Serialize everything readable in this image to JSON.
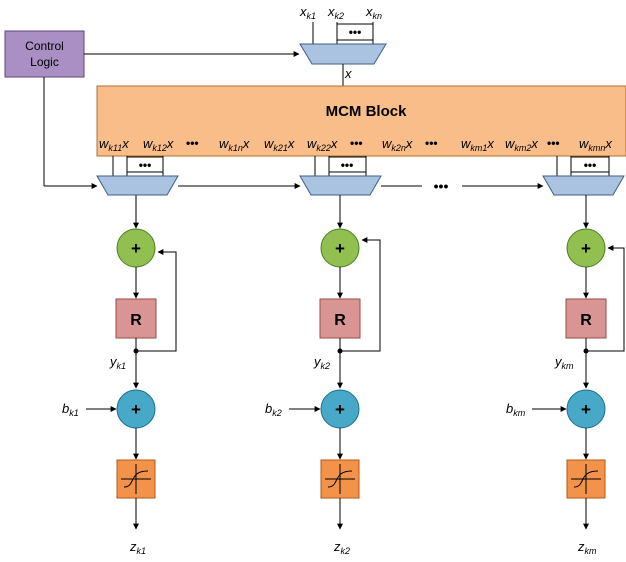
{
  "control_logic": {
    "line1": "Control",
    "line2": "Logic"
  },
  "input_mux": {
    "inputs": [
      {
        "base": "x",
        "sub": "k1"
      },
      {
        "base": "x",
        "sub": "k2"
      },
      {
        "base": "x",
        "sub": "kn"
      }
    ],
    "output": "x"
  },
  "mcm_block": {
    "title": "MCM Block",
    "outputs": [
      {
        "base": "w",
        "sub": "k11",
        "suffix": "x"
      },
      {
        "base": "w",
        "sub": "k12",
        "suffix": "x"
      },
      {
        "base": "w",
        "sub": "k1n",
        "suffix": "x"
      },
      {
        "base": "w",
        "sub": "k21",
        "suffix": "x"
      },
      {
        "base": "w",
        "sub": "k22",
        "suffix": "x"
      },
      {
        "base": "w",
        "sub": "k2n",
        "suffix": "x"
      },
      {
        "base": "w",
        "sub": "km1",
        "suffix": "x"
      },
      {
        "base": "w",
        "sub": "km2",
        "suffix": "x"
      },
      {
        "base": "w",
        "sub": "kmn",
        "suffix": "x"
      }
    ]
  },
  "neurons": [
    {
      "adder_symbol": "+",
      "register": "R",
      "acc": {
        "base": "y",
        "sub": "k1"
      },
      "bias": {
        "base": "b",
        "sub": "k1"
      },
      "bias_adder_symbol": "+",
      "out": {
        "base": "z",
        "sub": "k1"
      }
    },
    {
      "adder_symbol": "+",
      "register": "R",
      "acc": {
        "base": "y",
        "sub": "k2"
      },
      "bias": {
        "base": "b",
        "sub": "k2"
      },
      "bias_adder_symbol": "+",
      "out": {
        "base": "z",
        "sub": "k2"
      }
    },
    {
      "adder_symbol": "+",
      "register": "R",
      "acc": {
        "base": "y",
        "sub": "km"
      },
      "bias": {
        "base": "b",
        "sub": "km"
      },
      "bias_adder_symbol": "+",
      "out": {
        "base": "z",
        "sub": "km"
      }
    }
  ],
  "ellipsis": "•••",
  "colors": {
    "control_fill": "#a98fc4",
    "control_stroke": "#5b4a7a",
    "mcm_fill": "#f9bd8a",
    "mcm_stroke": "#b07030",
    "mux_fill": "#a9c3e0",
    "mux_stroke": "#3f5f85",
    "adder_fill": "#92c050",
    "adder_stroke": "#4f7a25",
    "register_fill": "#d99594",
    "register_stroke": "#9c4a48",
    "bias_adder_fill": "#48a8c8",
    "bias_adder_stroke": "#1f6f8a",
    "activation_fill": "#f3924a",
    "activation_stroke": "#b05a15"
  }
}
